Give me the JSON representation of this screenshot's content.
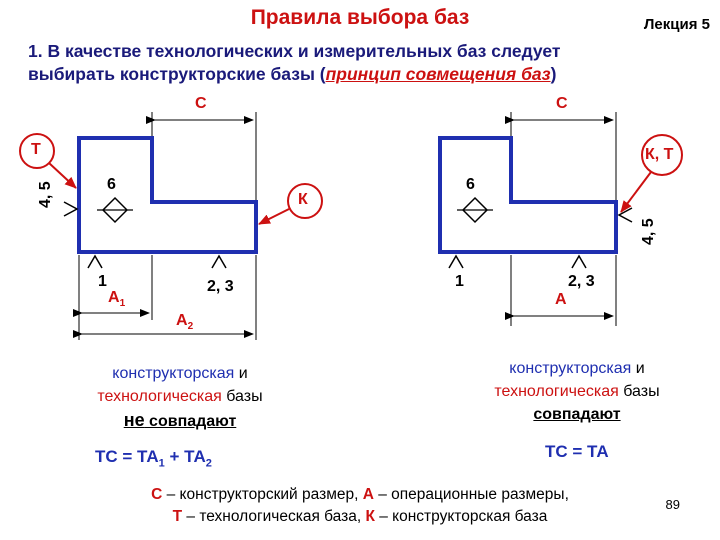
{
  "title": "Правила выбора баз",
  "lecture": "Лекция 5",
  "rule": {
    "line1": "1. В качестве технологических и измерительных баз следует",
    "line2_start": "выбирать конструкторские базы (",
    "line2_emph": "принцип совмещения баз",
    "line2_end": ")"
  },
  "left": {
    "label_C": "С",
    "label_T": "Т",
    "label_K": "К",
    "label_45": "4, 5",
    "label_6": "6",
    "label_1": "1",
    "label_23": "2, 3",
    "label_A1": "А",
    "label_A1_sub": "1",
    "label_A2": "А",
    "label_A2_sub": "2",
    "cap_part1": "конструкторская",
    "cap_and": " и",
    "cap_part2": "технологическая",
    "cap_bases": " базы",
    "cap_not": "не",
    "cap_match": " совпадают",
    "formula_pre": "ТС = ТА",
    "formula_s1": "1",
    "formula_mid": " + ТА",
    "formula_s2": "2"
  },
  "right": {
    "label_C": "С",
    "label_KT": "К, Т",
    "label_45": "4, 5",
    "label_6": "6",
    "label_1": "1",
    "label_23": "2, 3",
    "label_A": "А",
    "cap_part1": "конструкторская",
    "cap_and": " и",
    "cap_part2": "технологическая",
    "cap_bases": " базы",
    "cap_match": "совпадают",
    "formula": "ТС = ТА"
  },
  "legend": {
    "c": "С",
    "c_text": " – конструкторский размер, ",
    "a": "А",
    "a_text": " – операционные размеры,",
    "t": "Т",
    "t_text": " – технологическая база, ",
    "k": "К",
    "k_text": " – конструкторская база"
  },
  "page_number": "89",
  "colors": {
    "accent_red": "#cc1111",
    "part_blue": "#1f2fb0",
    "text_navy": "#1a1a7a"
  }
}
